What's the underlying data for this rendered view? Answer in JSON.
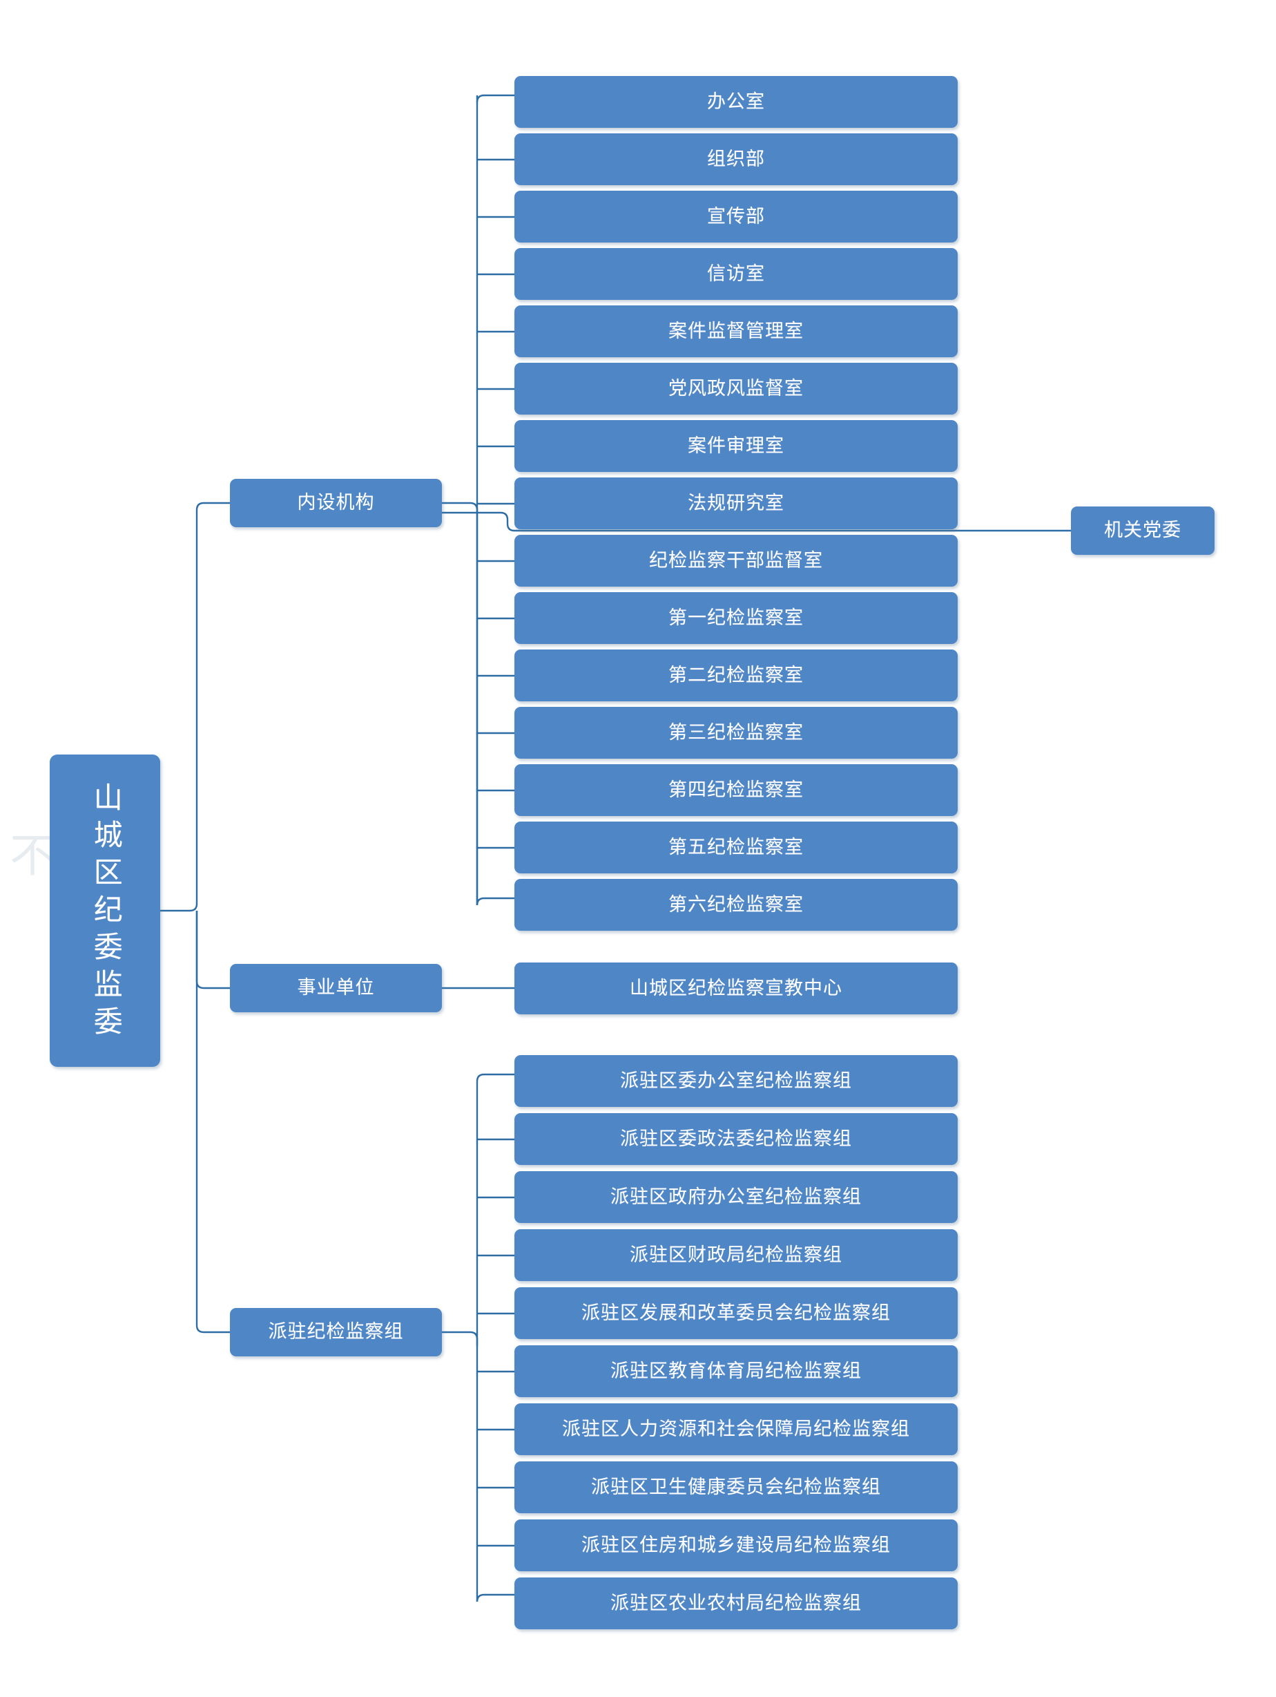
{
  "chart_type": "organization-chart",
  "theme": {
    "node_fill": "#4f86c6",
    "node_text": "#ffffff",
    "connector": "#2e6da4",
    "background": "#ffffff"
  },
  "root": {
    "label": "山城区纪委监委"
  },
  "branches": [
    {
      "id": "internal",
      "label": "内设机构",
      "children": [
        {
          "label": "办公室"
        },
        {
          "label": "组织部"
        },
        {
          "label": "宣传部"
        },
        {
          "label": "信访室"
        },
        {
          "label": "案件监督管理室"
        },
        {
          "label": "党风政风监督室"
        },
        {
          "label": "案件审理室"
        },
        {
          "label": "法规研究室"
        },
        {
          "label": "纪检监察干部监督室"
        },
        {
          "label": "第一纪检监察室"
        },
        {
          "label": "第二纪检监察室"
        },
        {
          "label": "第三纪检监察室"
        },
        {
          "label": "第四纪检监察室"
        },
        {
          "label": "第五纪检监察室"
        },
        {
          "label": "第六纪检监察室"
        }
      ]
    },
    {
      "id": "institution",
      "label": "事业单位",
      "children": [
        {
          "label": "山城区纪检监察宣教中心"
        }
      ]
    },
    {
      "id": "dispatched",
      "label": "派驻纪检监察组",
      "children": [
        {
          "label": "派驻区委办公室纪检监察组"
        },
        {
          "label": "派驻区委政法委纪检监察组"
        },
        {
          "label": "派驻区政府办公室纪检监察组"
        },
        {
          "label": "派驻区财政局纪检监察组"
        },
        {
          "label": "派驻区发展和改革委员会纪检监察组"
        },
        {
          "label": "派驻区教育体育局纪检监察组"
        },
        {
          "label": "派驻区人力资源和社会保障局纪检监察组"
        },
        {
          "label": "派驻区卫生健康委员会纪检监察组"
        },
        {
          "label": "派驻区住房和城乡建设局纪检监察组"
        },
        {
          "label": "派驻区农业农村局纪检监察组"
        }
      ]
    }
  ],
  "side_nodes": [
    {
      "id": "party-committee",
      "label": "机关党委",
      "attached_to": "internal"
    }
  ]
}
